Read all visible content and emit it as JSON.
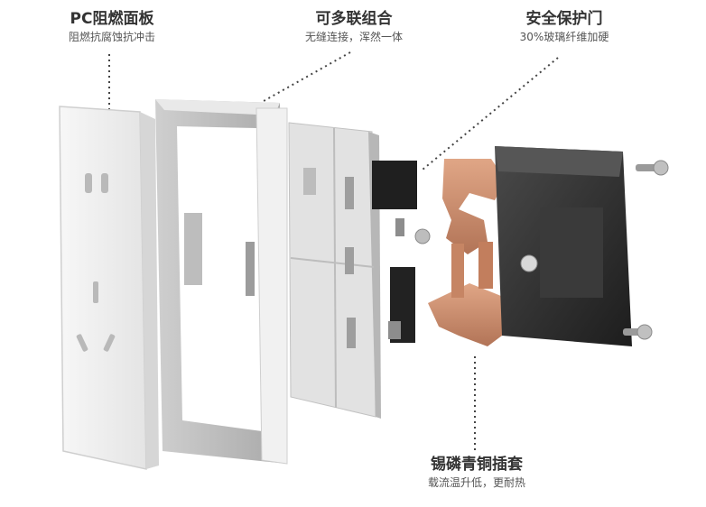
{
  "callouts": {
    "panel": {
      "title": "PC阻燃面板",
      "subtitle": "阻燃抗腐蚀抗冲击"
    },
    "combine": {
      "title": "可多联组合",
      "subtitle": "无缝连接，浑然一体"
    },
    "shutter": {
      "title": "安全保护门",
      "subtitle": "30%玻璃纤维加硬"
    },
    "sleeve": {
      "title": "锡磷青铜插套",
      "subtitle": "载流温升低，更耐热"
    }
  },
  "colors": {
    "panel_white": "#f3f3f3",
    "frame_gray": "#dcdcdc",
    "copper": "#c98a6a",
    "dark_housing": "#2f2f2f",
    "leader_dots": "#444444"
  }
}
